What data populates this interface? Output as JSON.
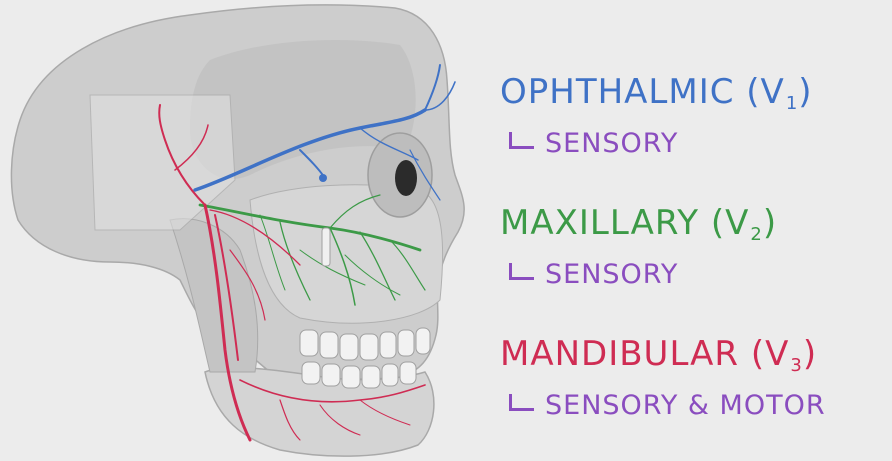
{
  "colors": {
    "background": "#ececec",
    "ophthalmic": "#3f72c6",
    "maxillary": "#3c9a47",
    "mandibular": "#cf2c53",
    "label_sub": "#8a4dbf",
    "skull": "#c9c9c9",
    "skull_shadow": "#b3b3b3"
  },
  "branches": [
    {
      "name": "OPHTHALMIC (V",
      "subscript": "1",
      "close": ")",
      "function": "SENSORY"
    },
    {
      "name": "MAXILLARY (V",
      "subscript": "2",
      "close": ")",
      "function": "SENSORY"
    },
    {
      "name": "MANDIBULAR (V",
      "subscript": "3",
      "close": ")",
      "function": "SENSORY & MOTOR"
    }
  ]
}
